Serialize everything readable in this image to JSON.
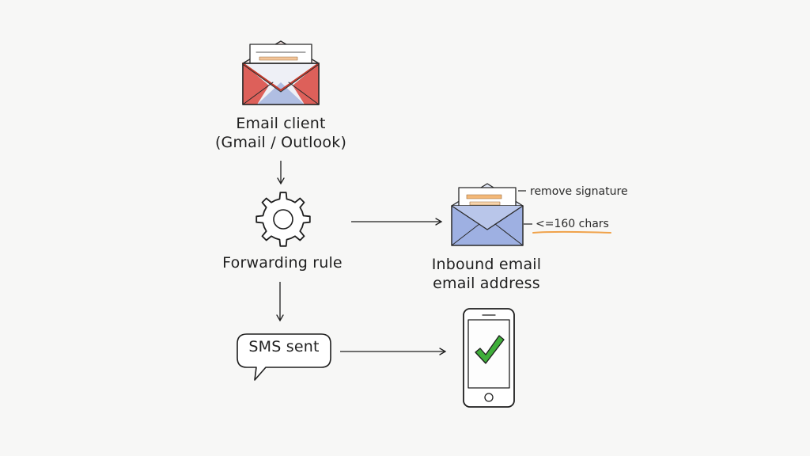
{
  "nodes": {
    "email_client": {
      "line1": "Email client",
      "line2": "(Gmail / Outlook)"
    },
    "forwarding_rule": {
      "label": "Forwarding rule"
    },
    "inbound_email": {
      "line1": "Inbound email",
      "line2": "email address"
    },
    "sms_sent": {
      "label": "SMS sent"
    }
  },
  "annotations": {
    "remove_signature": "remove signature",
    "char_limit": "<=160 chars"
  },
  "colors": {
    "background": "#f7f7f6",
    "ink": "#1e1e1e",
    "gmail_red": "#d9463e",
    "envelope_blue": "#8ea3d8",
    "note_orange": "#f0a24a",
    "check_green": "#3fae3a"
  },
  "icons": {
    "email_client": "envelope-icon",
    "forwarding_rule": "gear-icon",
    "inbound_email": "envelope-icon",
    "sms_sent": "speech-bubble-icon",
    "phone": "smartphone-check-icon"
  }
}
